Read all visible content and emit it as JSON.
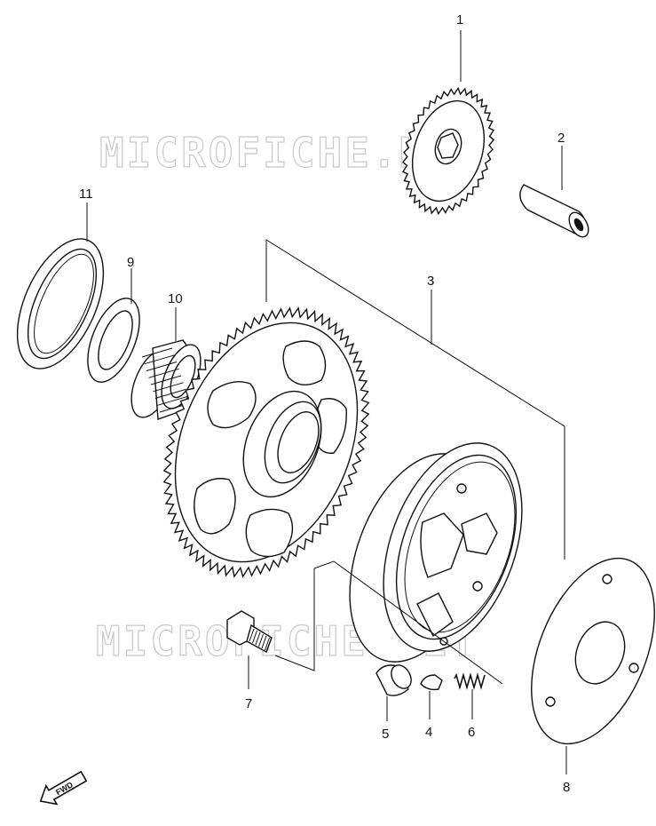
{
  "watermark": {
    "text": "MICROFICHE.NET"
  },
  "callouts": [
    "1",
    "2",
    "3",
    "4",
    "5",
    "6",
    "7",
    "8",
    "9",
    "10",
    "11"
  ],
  "direction_arrow": {
    "label": "FWD",
    "icon": "forward-arrow-icon"
  }
}
